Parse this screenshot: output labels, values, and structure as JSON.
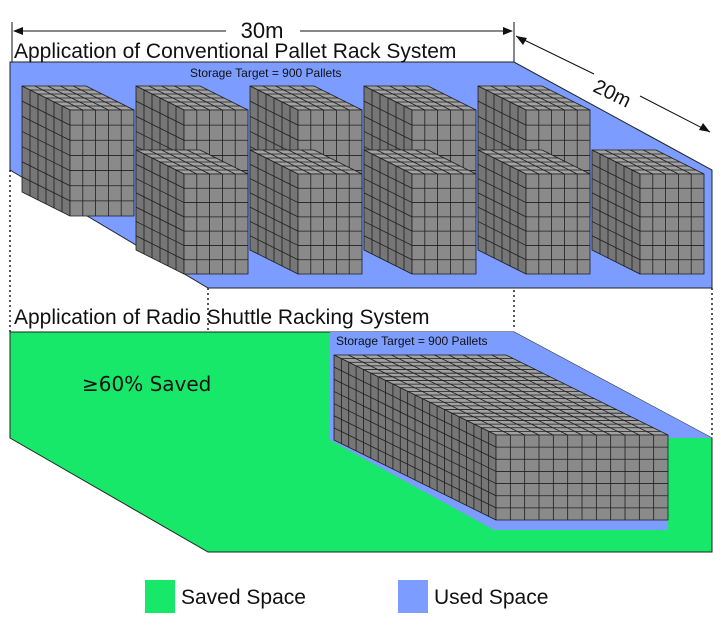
{
  "dimensions": {
    "width_label": "30m",
    "depth_label": "20m"
  },
  "conventional": {
    "title": "Application of Conventional Pallet Rack System",
    "storage_target": "Storage Target = 900 Pallets"
  },
  "shuttle": {
    "title": "Application of Radio Shuttle Racking System",
    "storage_target": "Storage Target = 900 Pallets",
    "saved_label": "≥60% Saved"
  },
  "legend": {
    "saved": {
      "label": "Saved Space",
      "color": "#18e869"
    },
    "used": {
      "label": "Used Space",
      "color": "#7c9cff"
    }
  },
  "colors": {
    "used_space": "#7c9cff",
    "saved_space": "#18e869",
    "pallet_front": "#8a8a8a",
    "pallet_side": "#767676",
    "pallet_top": "#a2a2a2",
    "grid_line": "#1e1e1e"
  }
}
